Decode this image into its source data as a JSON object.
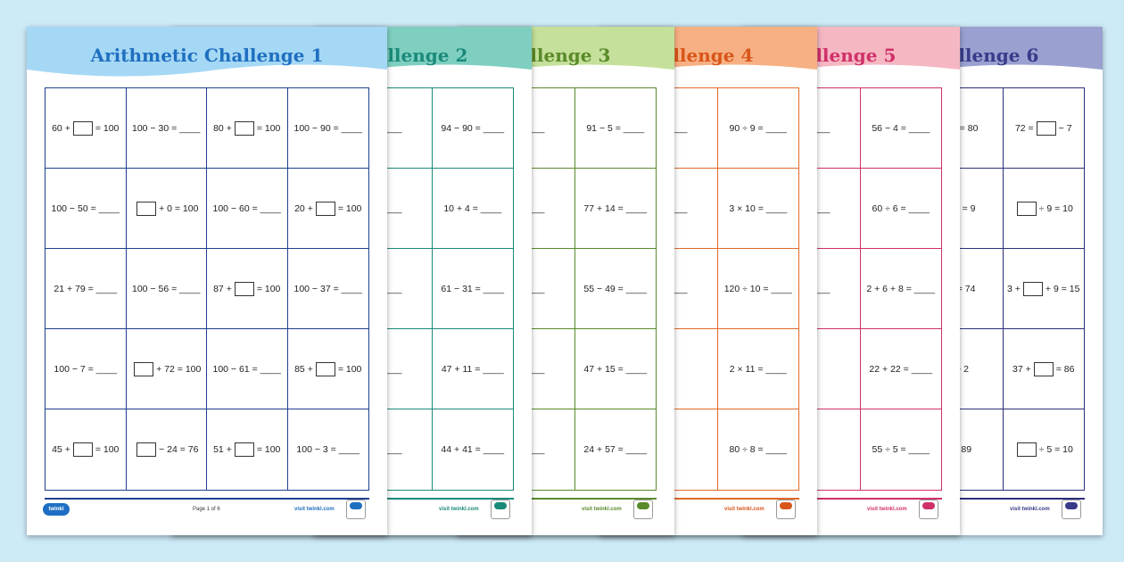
{
  "sheets": [
    {
      "title": "Arithmetic Challenge 1",
      "color": "#1f6fc0",
      "band": "#a5d8f5",
      "line": "#1f3f8f",
      "cells": [
        [
          "60 +",
          "box",
          "= 100"
        ],
        [
          "100 − 30 = ____"
        ],
        [
          "80 +",
          "box",
          "= 100"
        ],
        [
          "100 − 90 = ____"
        ],
        [
          "100 − 50 = ____"
        ],
        [
          "",
          "box",
          "+ 0 = 100"
        ],
        [
          "100 − 60 = ____"
        ],
        [
          "20 +",
          "box",
          "= 100"
        ],
        [
          "21 + 79 = ____"
        ],
        [
          "100 − 56 = ____"
        ],
        [
          "87 +",
          "box",
          "= 100"
        ],
        [
          "100 − 37 = ____"
        ],
        [
          "100 − 7 = ____"
        ],
        [
          "",
          "box",
          "+ 72 = 100"
        ],
        [
          "100 − 61 = ____"
        ],
        [
          "85 +",
          "box",
          "= 100"
        ],
        [
          "45 +",
          "box",
          "= 100"
        ],
        [
          "",
          "box",
          "− 24 = 76"
        ],
        [
          "51 +",
          "box",
          "= 100"
        ],
        [
          "100 − 3 = ____"
        ]
      ],
      "footer_page": "Page 1 of 6",
      "footer_site": "visit twinkl.com",
      "logo": "twinkl"
    },
    {
      "title": "Arithmetic Challenge 2",
      "color": "#1a8a7a",
      "band": "#7fcfc0",
      "line": "#1a8a7a",
      "cells": [
        [
          ""
        ],
        [
          "____"
        ],
        [
          "____"
        ],
        [
          "94 − 90 = ____"
        ],
        [
          ""
        ],
        [
          "____"
        ],
        [
          "____"
        ],
        [
          "10 + 4 = ____"
        ],
        [
          ""
        ],
        [
          "+"
        ],
        [
          "____"
        ],
        [
          "61 − 31 = ____"
        ],
        [
          ""
        ],
        [
          ""
        ],
        [
          "____"
        ],
        [
          "47 + 11 = ____"
        ],
        [
          ""
        ],
        [
          ""
        ],
        [
          "____"
        ],
        [
          "44 + 41 = ____"
        ]
      ],
      "footer_site": "visit twinkl.com"
    },
    {
      "title": "Arithmetic Challenge 3",
      "color": "#5a8a2a",
      "band": "#c5e09a",
      "line": "#5a8a2a",
      "cells": [
        [
          ""
        ],
        [
          ""
        ],
        [
          "____"
        ],
        [
          "91 − 5 = ____"
        ],
        [
          ""
        ],
        [
          ""
        ],
        [
          "____"
        ],
        [
          "77 + 14 = ____"
        ],
        [
          ""
        ],
        [
          ""
        ],
        [
          "____"
        ],
        [
          "55 − 49 = ____"
        ],
        [
          ""
        ],
        [
          ""
        ],
        [
          "____"
        ],
        [
          "47 + 15 = ____"
        ],
        [
          ""
        ],
        [
          ""
        ],
        [
          "____"
        ],
        [
          "24 + 57 = ____"
        ]
      ],
      "footer_site": "visit twinkl.com"
    },
    {
      "title": "Arithmetic Challenge 4",
      "color": "#d8561a",
      "band": "#f7b083",
      "line": "#e0692a",
      "cells": [
        [
          ""
        ],
        [
          ""
        ],
        [
          "____"
        ],
        [
          "90 ÷ 9 = ____"
        ],
        [
          ""
        ],
        [
          ""
        ],
        [
          "____"
        ],
        [
          "3 × 10 = ____"
        ],
        [
          ""
        ],
        [
          ""
        ],
        [
          "____"
        ],
        [
          "120 ÷ 10 = ____"
        ],
        [
          ""
        ],
        [
          ""
        ],
        [
          ""
        ],
        [
          "2 × 11 = ____"
        ],
        [
          ""
        ],
        [
          ""
        ],
        [
          ""
        ],
        [
          "80 ÷ 8 = ____"
        ]
      ],
      "footer_site": "visit twinkl.com"
    },
    {
      "title": "Arithmetic Challenge 5",
      "color": "#d0306a",
      "band": "#f5b8c3",
      "line": "#d0306a",
      "cells": [
        [
          ""
        ],
        [
          ""
        ],
        [
          "____"
        ],
        [
          "56 − 4 = ____"
        ],
        [
          ""
        ],
        [
          ""
        ],
        [
          "____"
        ],
        [
          "60 ÷ 6 = ____"
        ],
        [
          ""
        ],
        [
          ""
        ],
        [
          "____"
        ],
        [
          "2 + 6 + 8 = ____"
        ],
        [
          ""
        ],
        [
          ""
        ],
        [
          ""
        ],
        [
          "22 + 22 = ____"
        ],
        [
          ""
        ],
        [
          ""
        ],
        [
          ""
        ],
        [
          "55 ÷ 5 = ____"
        ]
      ],
      "footer_site": "visit twinkl.com"
    },
    {
      "title": "Arithmetic Challenge 6",
      "color": "#3a3a8a",
      "band": "#9aa0d0",
      "line": "#2c2f7a",
      "cells": [
        [
          ""
        ],
        [
          ""
        ],
        [
          "30 = 80"
        ],
        [
          "72 =",
          "box",
          "− 7"
        ],
        [
          ""
        ],
        [
          ""
        ],
        [
          "24 = 9"
        ],
        [
          "",
          "box",
          "÷ 9 = 10"
        ],
        [
          ""
        ],
        [
          ""
        ],
        [
          "6 = 74"
        ],
        [
          "3 +",
          "box",
          "+ 9 = 15"
        ],
        [
          ""
        ],
        [
          ""
        ],
        [
          "÷ 2"
        ],
        [
          "37 +",
          "box",
          "= 86"
        ],
        [
          ""
        ],
        [
          ""
        ],
        [
          "= 89"
        ],
        [
          "",
          "box",
          "÷ 5 = 10"
        ]
      ],
      "footer_site": "visit twinkl.com"
    }
  ]
}
